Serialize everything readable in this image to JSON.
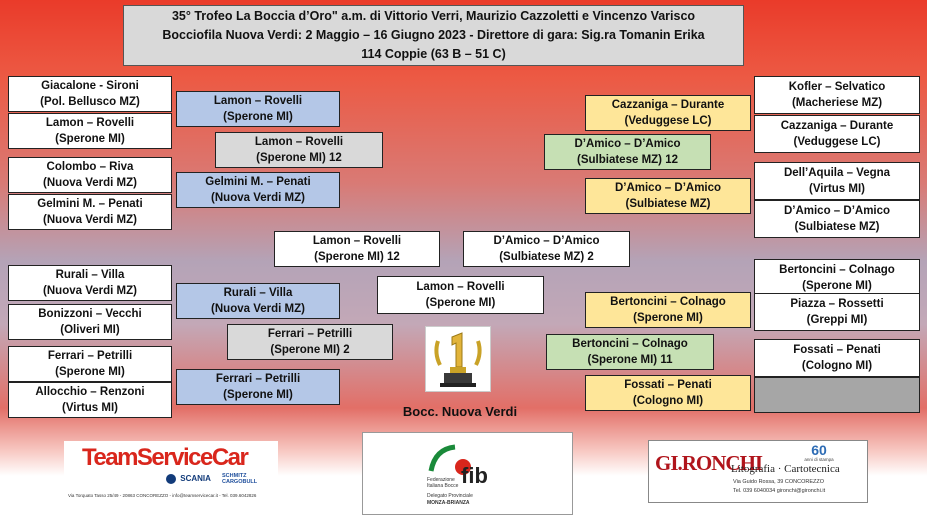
{
  "header": {
    "line1": "35° Trofeo La Boccia d’Oro\" a.m. di Vittorio Verri, Maurizio Cazzoletti e Vincenzo Varisco",
    "line2": "Bocciofila Nuova Verdi: 2 Maggio – 16 Giugno 2023  -  Direttore di gara: Sig.ra Tomanin Erika",
    "line3": "114 Coppie (63 B – 51 C)"
  },
  "left_r1": [
    {
      "names": "Giacalone - Sironi",
      "club": "(Pol. Bellusco MZ)"
    },
    {
      "names": "Lamon – Rovelli",
      "club": "(Sperone MI)"
    },
    {
      "names": "Colombo – Riva",
      "club": "(Nuova Verdi MZ)"
    },
    {
      "names": "Gelmini M. – Penati",
      "club": "(Nuova Verdi MZ)"
    },
    {
      "names": "Rurali – Villa",
      "club": "(Nuova Verdi MZ)"
    },
    {
      "names": "Bonizzoni – Vecchi",
      "club": "(Oliveri MI)"
    },
    {
      "names": "Ferrari – Petrilli",
      "club": "(Sperone MI)"
    },
    {
      "names": "Allocchio – Renzoni",
      "club": "(Virtus MI)"
    }
  ],
  "left_r2": [
    {
      "names": "Lamon – Rovelli",
      "club": "(Sperone MI)"
    },
    {
      "names": "Gelmini M. – Penati",
      "club": "(Nuova Verdi MZ)"
    },
    {
      "names": "Rurali – Villa",
      "club": "(Nuova Verdi MZ)"
    },
    {
      "names": "Ferrari – Petrilli",
      "club": "(Sperone MI)"
    }
  ],
  "left_r3": [
    {
      "names": "Lamon – Rovelli",
      "club": "(Sperone MI)  12"
    },
    {
      "names": "Ferrari – Petrilli",
      "club": "(Sperone MI)  2"
    }
  ],
  "left_semi": {
    "names": "Lamon – Rovelli",
    "club": "(Sperone MI)  12"
  },
  "final_winner": {
    "names": "Lamon – Rovelli",
    "club": "(Sperone MI)"
  },
  "right_semi": {
    "names": "D’Amico – D’Amico",
    "club": "(Sulbiatese MZ)  2"
  },
  "right_r3": [
    {
      "names": "D’Amico – D’Amico",
      "club": "(Sulbiatese MZ)  12"
    },
    {
      "names": "Bertoncini – Colnago",
      "club": "(Sperone MI)     11"
    }
  ],
  "right_r2": [
    {
      "names": "Cazzaniga – Durante",
      "club": "(Veduggese LC)"
    },
    {
      "names": "D’Amico – D’Amico",
      "club": "(Sulbiatese MZ)"
    },
    {
      "names": "Bertoncini – Colnago",
      "club": "(Sperone MI)"
    },
    {
      "names": "Fossati – Penati",
      "club": "(Cologno MI)"
    }
  ],
  "right_r1": [
    {
      "names": "Kofler – Selvatico",
      "club": "(Macheriese MZ)"
    },
    {
      "names": "Cazzaniga – Durante",
      "club": "(Veduggese LC)"
    },
    {
      "names": "Dell’Aquila – Vegna",
      "club": "(Virtus MI)"
    },
    {
      "names": "D’Amico – D’Amico",
      "club": "(Sulbiatese MZ)"
    },
    {
      "names": "Bertoncini – Colnago",
      "club": "(Sperone MI)"
    },
    {
      "names": "Piazza – Rossetti",
      "club": "(Greppi MI)"
    },
    {
      "names": "Fossati – Penati",
      "club": "(Cologno MI)"
    }
  ],
  "venue": "Bocc. Nuova Verdi",
  "sponsor_left": {
    "brand": "TeamServiceCar",
    "partner1": "SCANIA",
    "partner2": "SCHMITZ CARGOBULL",
    "address": "Via Torquato Tasso 25/49 - 20863 CONCOREZZO - info@teamservicecar.it - Tel. 039.6042826",
    "brand_color": "#d9261c"
  },
  "sponsor_center": {
    "acronym": "fib",
    "org_line1": "Federazione",
    "org_line2": "Italiana Bocce",
    "del_line1": "Delegato Provinciale",
    "del_line2": "MONZA-BRIANZA"
  },
  "sponsor_right": {
    "brand": "GI.RONCHI",
    "anniversary": "60",
    "anniversary_text": "anni di stampa",
    "tagline": "Litografia · Cartotecnica",
    "address": "Via Guido Rossa, 39 CONCOREZZO",
    "contacts": "Tel. 039 6040034  gironchi@gironchi.it",
    "brand_color": "#b0141b"
  }
}
